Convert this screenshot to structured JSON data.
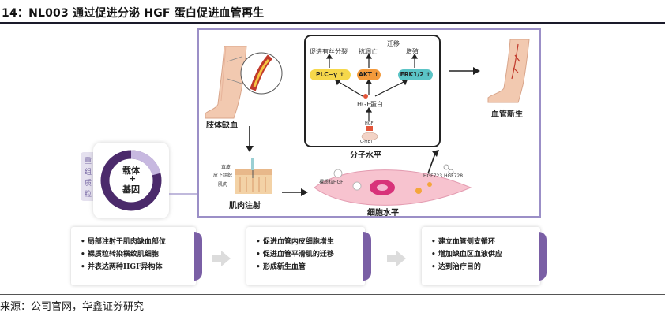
{
  "title": "14：NL003 通过促进分泌 HGF 蛋白促进血管再生",
  "source": "来源：公司官网，华鑫证券研究",
  "left": {
    "side_tag": [
      "重",
      "组",
      "质",
      "粒"
    ],
    "ring_text_1": "载体",
    "ring_plus": "+",
    "ring_text_2": "基因"
  },
  "leg": {
    "ischemia_label": "肢体缺血",
    "injection_label": "肌肉注射",
    "layer_1": "真皮",
    "layer_2": "皮下组织",
    "layer_3": "肌肉",
    "regen_label": "血管新生"
  },
  "molecular": {
    "section_label": "分子水平",
    "effect_1": "促进有丝分裂",
    "effect_2": "抗凋亡",
    "effect_3a": "迁移",
    "effect_3b": "增殖",
    "pill_1": "PLC−γ ↑",
    "pill_2": "AKT ↑",
    "pill_3": "ERK1/2 ↑",
    "hgf_protein": "HGF蛋白",
    "hgf_small": "HGF",
    "cmet": "C-MET"
  },
  "cell": {
    "section_label": "细胞水平",
    "plasmid_label": "裸质粒HGF",
    "hgf723": "HGF723",
    "hgf728": "HGF728"
  },
  "cards": [
    {
      "items": [
        "局部注射于肌肉缺血部位",
        "裸质粒转染横纹肌细胞",
        "并表达两种HGF异构体"
      ]
    },
    {
      "items": [
        "促进血管内皮细胞增生",
        "促进血管平滑肌的迁移",
        "形成新生血管"
      ]
    },
    {
      "items": [
        "建立血管侧支循环",
        "增加缺血区血液供应",
        "达到治疗目的"
      ]
    }
  ],
  "colors": {
    "frame": "#9b8fc7",
    "accent": "#7a5fa5",
    "pill_yellow": "#f6d84b",
    "pill_orange": "#f39a3c",
    "pill_teal": "#5bc4c6"
  }
}
